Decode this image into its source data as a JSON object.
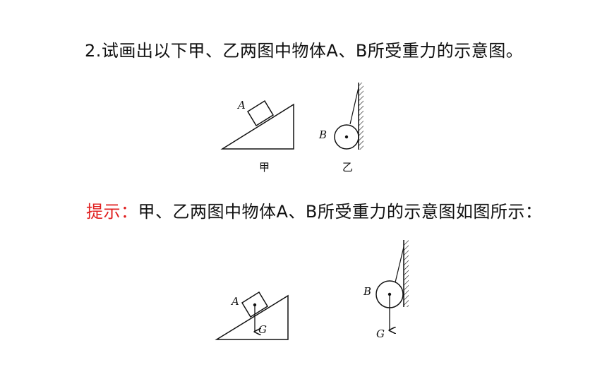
{
  "question": {
    "text": "2.试画出以下甲、乙两图中物体A、B所受重力的示意图。"
  },
  "figure_top": {
    "label_a": "A",
    "label_b": "B",
    "caption_jia": "甲",
    "caption_yi": "乙"
  },
  "hint": {
    "label": "提示：",
    "text": "甲、乙两图中物体A、B所受重力的示意图如图所示："
  },
  "figure_bottom": {
    "label_a": "A",
    "label_b": "B",
    "gravity_a": "G",
    "gravity_b": "G"
  }
}
